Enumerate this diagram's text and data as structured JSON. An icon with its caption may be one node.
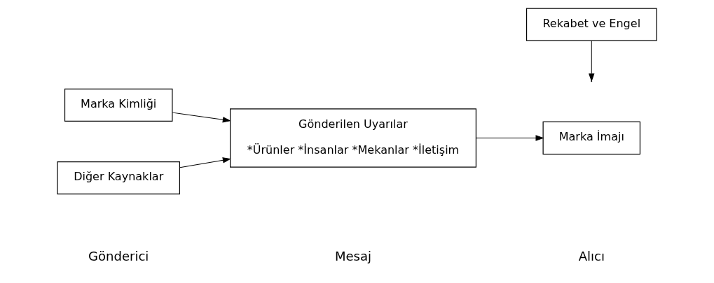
{
  "diagram": {
    "nodes": [
      {
        "text": [
          "Marka Kimliği"
        ]
      },
      {
        "text": [
          "Gönderilen Uyarılar",
          "*Ürünler *İnsanlar *Mekanlar *İletişim"
        ]
      },
      {
        "text": [
          "Marka İmajı"
        ]
      },
      {
        "text": [
          "Diğer Kaynaklar"
        ]
      },
      {
        "text": [
          "Rekabet ve Engel"
        ]
      }
    ],
    "edges": [
      {
        "from": 0,
        "to": 1,
        "arrow": "to"
      },
      {
        "from": 3,
        "to": 1,
        "arrow": "to"
      },
      {
        "from": 1,
        "to": 2,
        "arrow": "to"
      },
      {
        "from": 4,
        "to": null,
        "arrow": "to"
      }
    ],
    "labels": [
      "Gönderici",
      "Mesaj",
      "Alıcı"
    ]
  }
}
